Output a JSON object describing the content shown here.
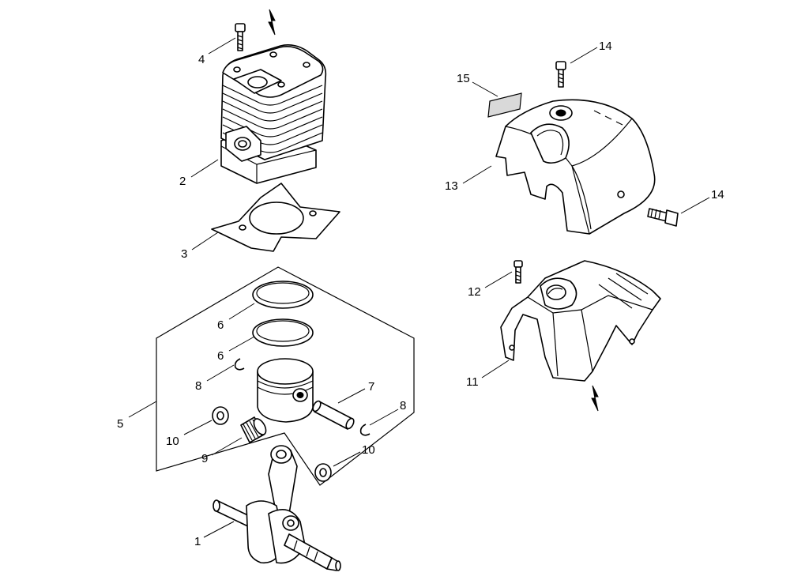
{
  "callouts": [
    {
      "id": "c1",
      "label": "1"
    },
    {
      "id": "c2",
      "label": "2"
    },
    {
      "id": "c3",
      "label": "3"
    },
    {
      "id": "c4",
      "label": "4"
    },
    {
      "id": "c5",
      "label": "5"
    },
    {
      "id": "c6a",
      "label": "6"
    },
    {
      "id": "c6b",
      "label": "6"
    },
    {
      "id": "c7",
      "label": "7"
    },
    {
      "id": "c8a",
      "label": "8"
    },
    {
      "id": "c8b",
      "label": "8"
    },
    {
      "id": "c9",
      "label": "9"
    },
    {
      "id": "c10a",
      "label": "10"
    },
    {
      "id": "c10b",
      "label": "10"
    },
    {
      "id": "c11",
      "label": "11"
    },
    {
      "id": "c12",
      "label": "12"
    },
    {
      "id": "c13",
      "label": "13"
    },
    {
      "id": "c14a",
      "label": "14"
    },
    {
      "id": "c14b",
      "label": "14"
    },
    {
      "id": "c15",
      "label": "15"
    }
  ]
}
